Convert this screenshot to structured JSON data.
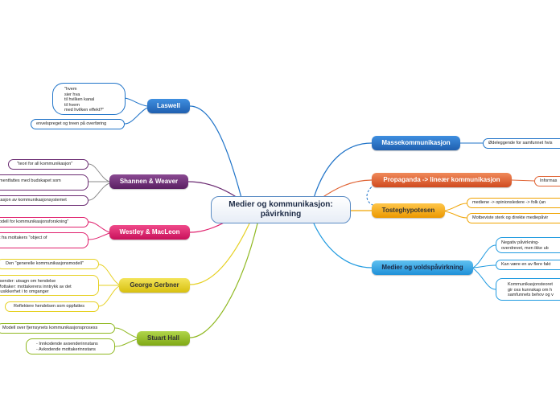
{
  "central": "Medier og kommunikasjon: påvirkning",
  "colors": {
    "blue": "#1f73c8",
    "purple": "#6b2b72",
    "pink": "#e0206d",
    "yellow": "#e6d021",
    "green": "#8fb820",
    "cyan": "#1f9ae0",
    "orange": "#e06333",
    "gold": "#f0a300"
  },
  "topics": {
    "laswell": "Laswell",
    "shannen": "Shannen & Weaver",
    "westley": "Westley & MacLeon",
    "gerbner": "George Gerbner",
    "hall": "Stuart Hall",
    "masse": "Massekommunikasjon",
    "propaganda": "Propaganda -> lineær kommunikasjon",
    "tosteg": "Tosteghypotesen",
    "vold": "Medier og voldspåvirkning"
  },
  "subs": {
    "laswell_1": "\"hvem\nsier hva\ntil hvilken kanal\ntil hvem\nmed hvilken effekt?\"",
    "laswell_2": "envelspreget og treen på overføring",
    "shannen_1": "\"teori for all kommunikasjon\"",
    "shannen_2": "mentfattes med budskapet som",
    "shannen_3": "tasjon av kommunikasjonsystemet",
    "westley_1": "odell for kommunikasjonsforskning\"",
    "westley_2": "t fra mottakers \"object of",
    "gerbner_1": "Den \"generelle kommunikasjonsmodell\"",
    "gerbner_2": "vsender: utsagn om hendelse\nMottaker: mottakerens inntrykk av det\n- usikkerhet i to omganger",
    "gerbner_3": "Reflektere hendelsen som oppfattes",
    "hall_1": "Modell over fjernsynets kommunikasjonsprosess",
    "hall_2": "- Innkodende avsenderinnstans\n- Avkodende mottakerinnstans",
    "masse_1": "Ødeleggende for samfunnet hvis",
    "propaganda_1": "Informas",
    "tosteg_1": "mediene -> opinionsledere -> folk (an",
    "tosteg_2": "Motbeviste sterk og direkte mediepåvir",
    "vold_1": "Negativ påvirkning-\noverdrevet, men ikke ub",
    "vold_2": "Kan være en av flere fakt",
    "vold_3": "Kommunikasjonsteoret\ngir oss kunnskap om h\nsamfunnets behov og v"
  }
}
